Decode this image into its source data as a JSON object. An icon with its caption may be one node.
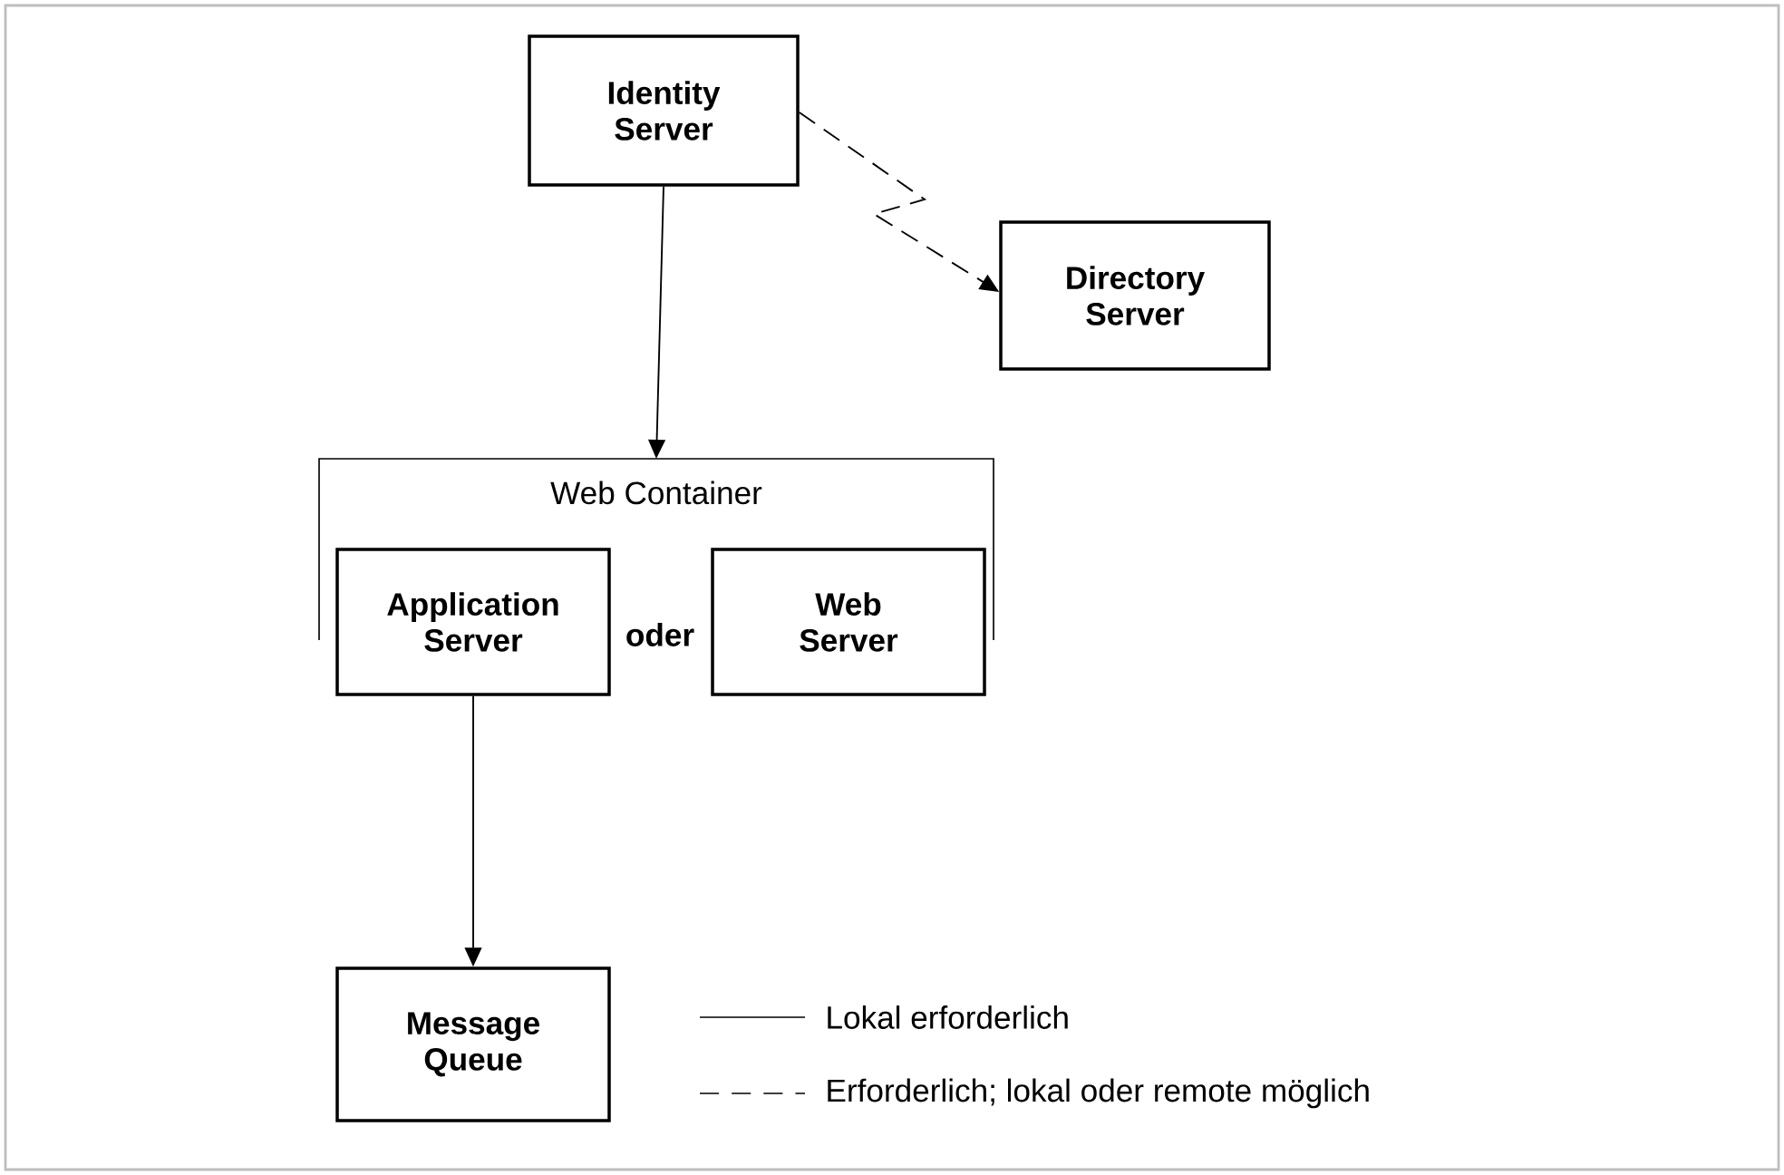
{
  "diagram": {
    "nodes": [
      {
        "text": [
          "Identity Server"
        ]
      },
      {
        "text": [
          "Directory Server"
        ]
      },
      {
        "text": [
          "Web Container"
        ]
      },
      {
        "text": [
          "Application Server"
        ],
        "in": 2
      },
      {
        "text": [
          "Web Server"
        ],
        "in": 2
      },
      {
        "text": [
          "Message Queue"
        ]
      }
    ],
    "edges": [
      {
        "from": 0,
        "to": 1,
        "arrow": "to",
        "style": "dashed"
      },
      {
        "from": 0,
        "to": 2,
        "arrow": "to"
      },
      {
        "from": 3,
        "to": 5,
        "arrow": "to"
      }
    ],
    "labels": [
      "oder"
    ],
    "legend": [
      {
        "text": "Lokal erforderlich"
      },
      {
        "text": "Erforderlich; lokal oder remote möglich"
      }
    ]
  }
}
